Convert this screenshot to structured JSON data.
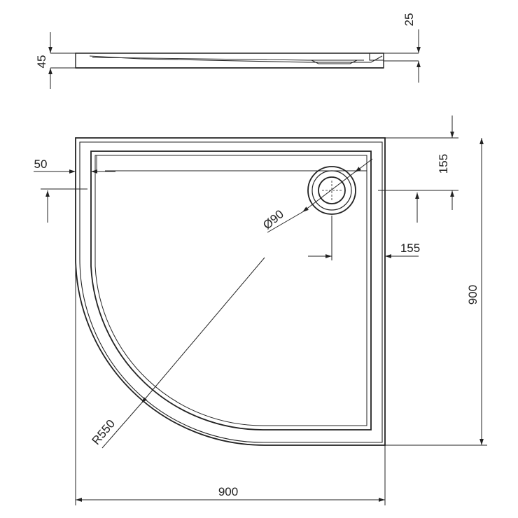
{
  "drawing": {
    "line_color": "#222222",
    "background": "#ffffff",
    "side_view": {
      "total_height_label": "45",
      "tray_depth_label": "25"
    },
    "top_view": {
      "rim_width_label": "50",
      "waste_diameter_label": "Ø90",
      "waste_offset_top_label": "155",
      "waste_offset_right_label": "155",
      "depth_label": "900",
      "width_label": "900",
      "radius_label": "R550"
    },
    "icons": [
      "drain-icon"
    ]
  }
}
